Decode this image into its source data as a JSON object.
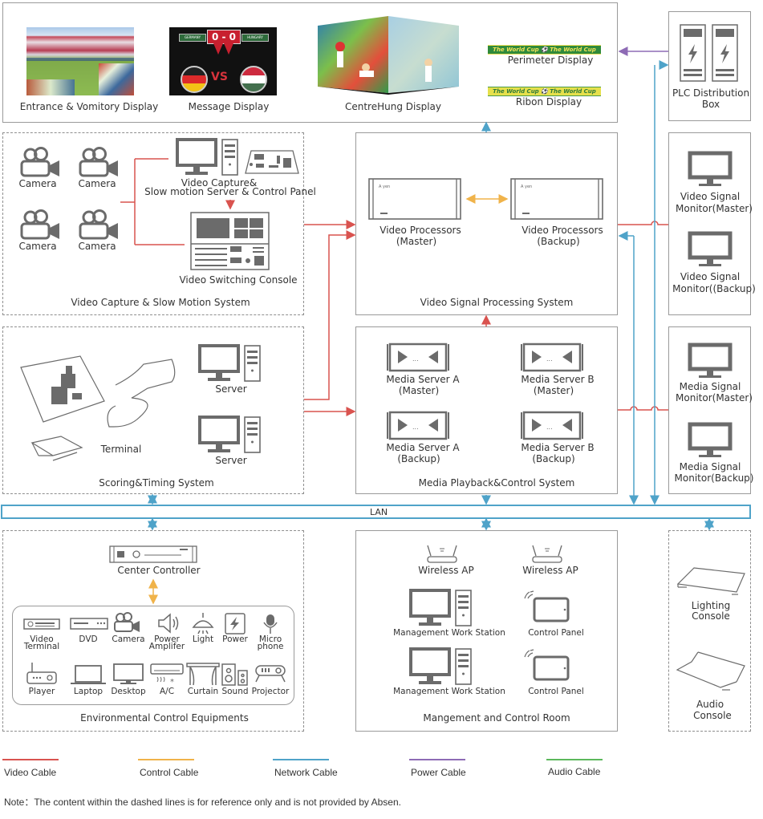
{
  "displays": {
    "entrance": "Entrance & Vomitory Display",
    "message": "Message Display",
    "message_score": "0 - 0",
    "message_team_left": "GERMANY",
    "message_team_right": "HUNGARY",
    "message_vs": "VS",
    "centrehung": "CentreHung Display",
    "perimeter": "Perimeter Display",
    "ribon": "Ribon Display",
    "banner_text": "The World Cup ⚽ The World Cup"
  },
  "plc": {
    "label_line1": "PLC Distribution",
    "label_line2": "Box"
  },
  "video_capture": {
    "system_label": "Video Capture & Slow Motion System",
    "cameras": [
      "Camera",
      "Camera",
      "Camera",
      "Camera"
    ],
    "server_label_line1": "Video Capture&",
    "server_label_line2": "Slow motion Server & Control Panel",
    "switching_console": "Video Switching Console"
  },
  "video_processing": {
    "system_label": "Video Signal Processing System",
    "master_line1": "Video Processors",
    "master_line2": "(Master)",
    "backup_line1": "Video Processors",
    "backup_line2": "(Backup)"
  },
  "video_monitor": {
    "master_line1": "Video Signal",
    "master_line2": "Monitor(Master)",
    "backup_line1": "Video Signal",
    "backup_line2": "Monitor((Backup)"
  },
  "scoring": {
    "system_label": "Scoring&Timing System",
    "terminal": "Terminal",
    "servers": [
      "Server",
      "Server"
    ]
  },
  "media": {
    "system_label": "Media Playback&Control System",
    "servers": [
      {
        "line1": "Media Server A",
        "line2": "(Master)"
      },
      {
        "line1": "Media Server B",
        "line2": "(Master)"
      },
      {
        "line1": "Media Server A",
        "line2": "(Backup)"
      },
      {
        "line1": "Media Server B",
        "line2": "(Backup)"
      }
    ]
  },
  "media_monitor": {
    "master_line1": "Media Signal",
    "master_line2": "Monitor(Master)",
    "backup_line1": "Media Signal",
    "backup_line2": "Monitor(Backup)"
  },
  "lan": {
    "label": "LAN"
  },
  "environment": {
    "system_label": "Environmental Control Equipments",
    "center_controller": "Center Controller",
    "row1": [
      {
        "icon": "video-terminal",
        "l1": "Video",
        "l2": "Terminal"
      },
      {
        "icon": "dvd",
        "l1": "DVD",
        "l2": ""
      },
      {
        "icon": "camera",
        "l1": "Camera",
        "l2": ""
      },
      {
        "icon": "speaker",
        "l1": "Power",
        "l2": "Amplifer"
      },
      {
        "icon": "lamp",
        "l1": "Light",
        "l2": ""
      },
      {
        "icon": "power",
        "l1": "Power",
        "l2": ""
      },
      {
        "icon": "microphone",
        "l1": "Micro",
        "l2": "phone"
      }
    ],
    "row2": [
      {
        "icon": "router",
        "l1": "Player"
      },
      {
        "icon": "laptop",
        "l1": "Laptop"
      },
      {
        "icon": "desktop",
        "l1": "Desktop"
      },
      {
        "icon": "air-conditioner",
        "l1": "A/C"
      },
      {
        "icon": "curtain",
        "l1": "Curtain"
      },
      {
        "icon": "speaker-box",
        "l1": "Sound"
      },
      {
        "icon": "projector",
        "l1": "Projector"
      }
    ]
  },
  "management": {
    "system_label": "Mangement and Control Room",
    "wireless_ap": [
      "Wireless AP",
      "Wireless AP"
    ],
    "workstations": [
      "Management Work Station",
      "Management Work Station"
    ],
    "control_panels": [
      "Control Panel",
      "Control Panel"
    ]
  },
  "consoles": {
    "lighting_line1": "Lighting",
    "lighting_line2": "Console",
    "audio_line1": "Audio",
    "audio_line2": "Console"
  },
  "legend": [
    {
      "label": "Video Cable",
      "color": "#d9534f"
    },
    {
      "label": "Control Cable",
      "color": "#f0b34a"
    },
    {
      "label": "Network Cable",
      "color": "#4fa3c9"
    },
    {
      "label": "Power Cable",
      "color": "#8e6bb5"
    },
    {
      "label": "Audio Cable",
      "color": "#5cb85c"
    }
  ],
  "note": "Note：The content within the dashed lines is for reference only and is not provided by Absen.",
  "colors": {
    "video": "#d9534f",
    "control": "#f0b34a",
    "network": "#4fa3c9",
    "power": "#8e6bb5",
    "audio": "#5cb85c",
    "icon": "#6b6b6b",
    "border": "#9a9a9a"
  }
}
